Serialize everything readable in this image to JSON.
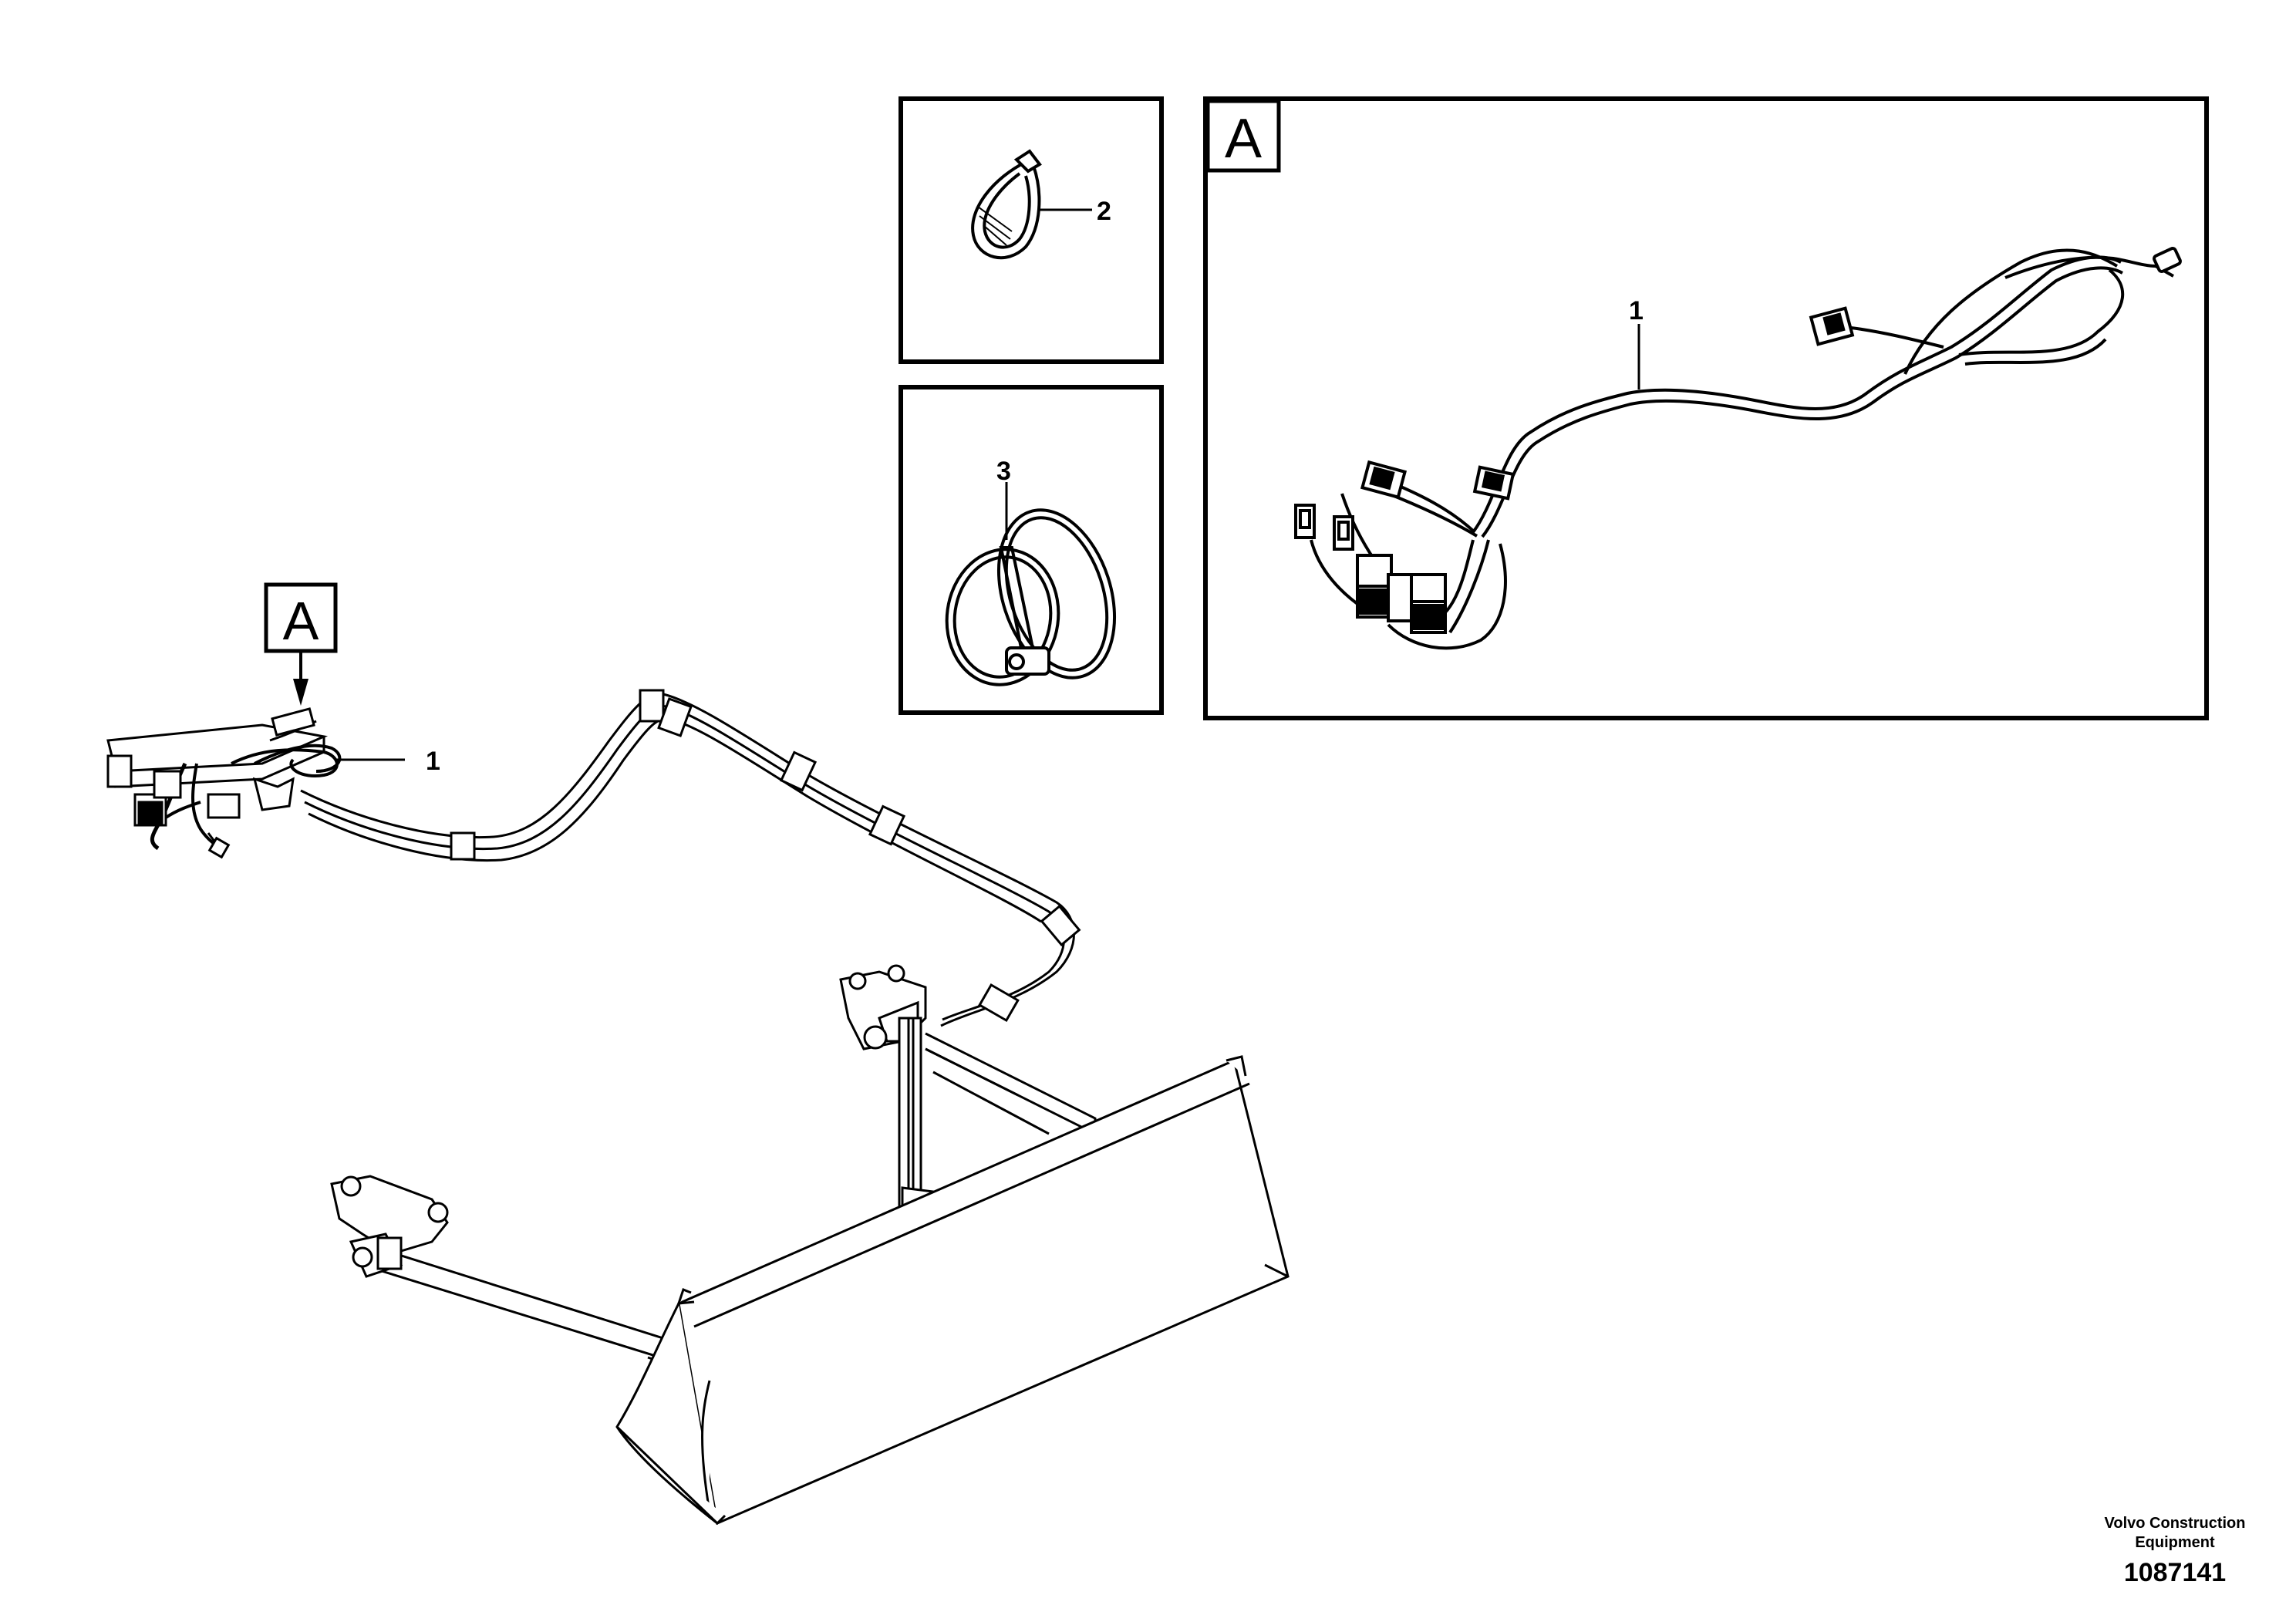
{
  "callouts": {
    "main_view_letter": "A",
    "main_part": "1",
    "detail_letter": "A",
    "detail_part": "1",
    "inset_top_part": "2",
    "inset_bottom_part": "3"
  },
  "footer": {
    "brand_line1": "Volvo Construction",
    "brand_line2": "Equipment",
    "figure_number": "1087141"
  },
  "colors": {
    "line": "#000000",
    "background": "#ffffff"
  }
}
